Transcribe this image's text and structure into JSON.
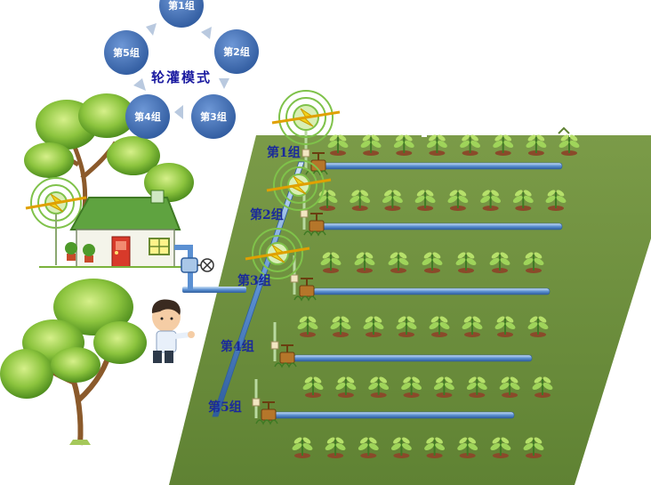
{
  "rotation_cycle": {
    "title": "轮灌模式",
    "nodes": [
      "第1组",
      "第2组",
      "第3组",
      "第4组",
      "第5组"
    ]
  },
  "field": {
    "groups": [
      "第1组",
      "第2组",
      "第3组",
      "第4组",
      "第5组"
    ]
  },
  "colors": {
    "cycle_node": "#3f6fb3",
    "field": "#6e8f3e",
    "pipe": "#5a8fd0",
    "label": "#1a2a9a"
  }
}
